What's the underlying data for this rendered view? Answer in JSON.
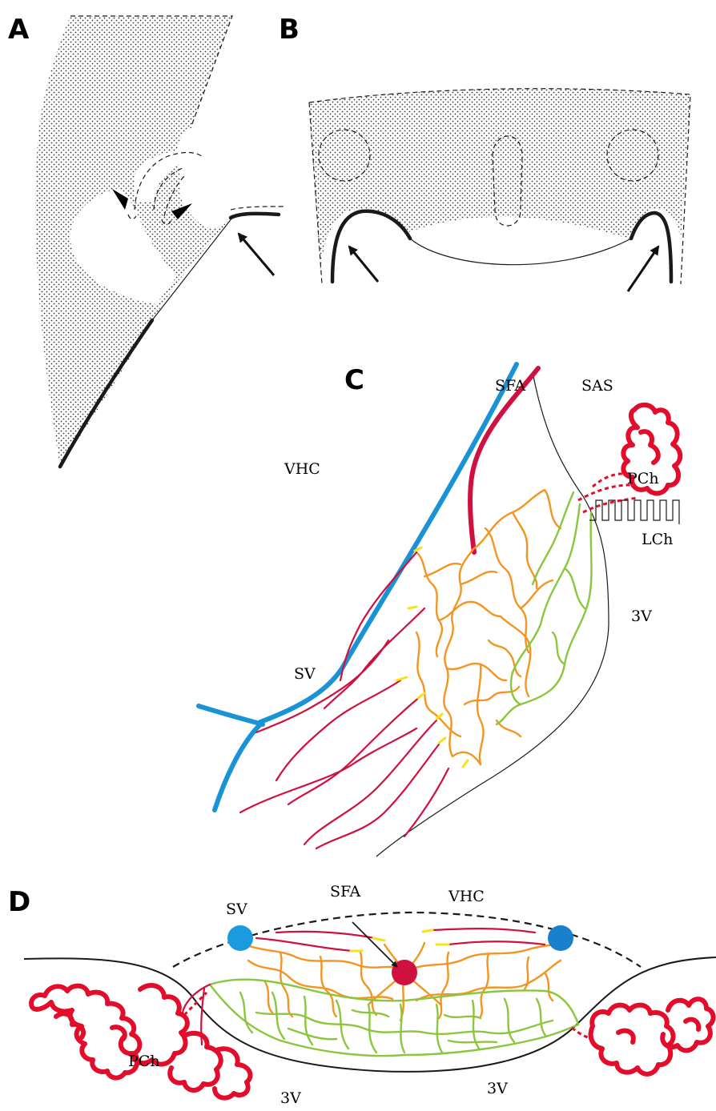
{
  "figure": {
    "panels": {
      "a": "A",
      "b": "B",
      "c": "C",
      "d": "D"
    },
    "panel_c_labels": {
      "sfa": "SFA",
      "sas": "SAS",
      "vhc": "VHC",
      "pch": "PCh",
      "lch": "LCh",
      "three_v": "3V",
      "sv": "SV"
    },
    "panel_d_labels": {
      "sv": "SV",
      "sfa": "SFA",
      "vhc": "VHC",
      "pch": "PCh",
      "three_v_left": "3V",
      "three_v_right": "3V"
    }
  },
  "colors": {
    "superficial_vein": "#1a93d6",
    "artery": "#d0103f",
    "capillary_orange": "#f39521",
    "capillary_green": "#8cc63e",
    "transition_yellow": "#f6e21a",
    "choroid_plexus": "#e30c2a"
  }
}
